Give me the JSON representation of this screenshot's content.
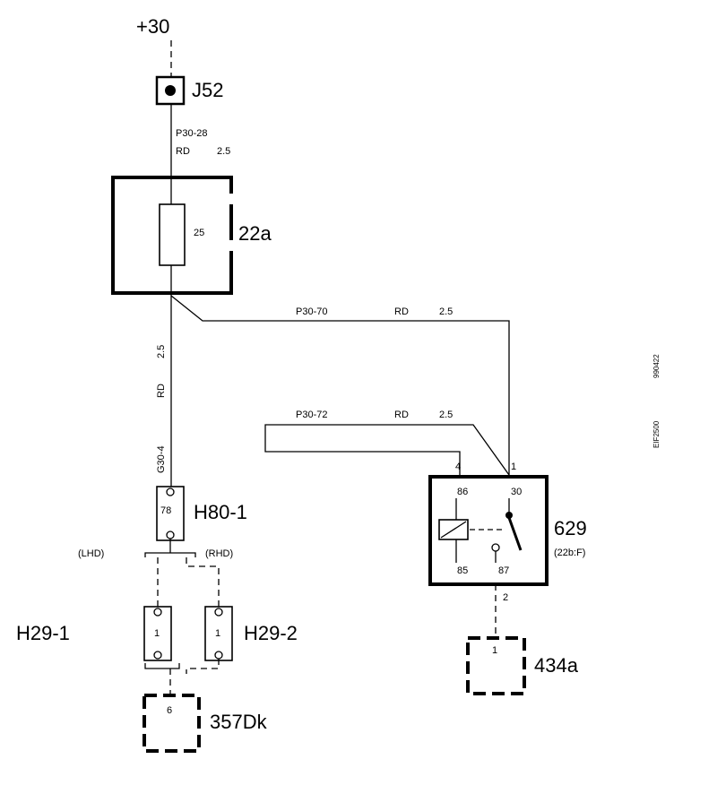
{
  "supply": "+30",
  "components": {
    "j52": "J52",
    "fuse_box": "22a",
    "fuse_value": "25",
    "h80": "H80-1",
    "h80_pin": "78",
    "h29_1": "H29-1",
    "h29_1_pin": "1",
    "h29_2": "H29-2",
    "h29_2_pin": "1",
    "c357": "357Dk",
    "c357_pin": "6",
    "relay": "629",
    "relay_sub": "(22b:F)",
    "c434": "434a",
    "c434_pin": "1"
  },
  "wires": {
    "w1_id": "P30-28",
    "w1_color": "RD",
    "w1_size": "2.5",
    "w2_id": "P30-70",
    "w2_color": "RD",
    "w2_size": "2.5",
    "w3_id": "P30-72",
    "w3_color": "RD",
    "w3_size": "2.5",
    "w4_size": "2.5",
    "w4_color": "RD",
    "w4_id": "G30-4"
  },
  "relay_pins": {
    "p86": "86",
    "p30": "30",
    "p85": "85",
    "p87": "87",
    "conn4": "4",
    "conn1": "1",
    "conn2": "2"
  },
  "variants": {
    "lhd": "(LHD)",
    "rhd": "(RHD)",
    "code_top": "990422",
    "code_bot": "EIF2500"
  }
}
